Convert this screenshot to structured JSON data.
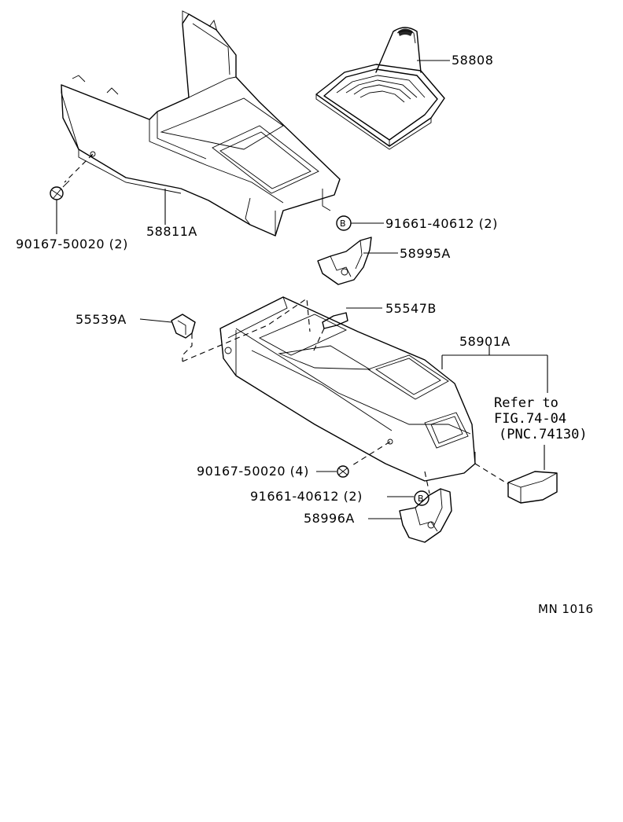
{
  "labels": {
    "knob_boot": "58808",
    "upper_console": "58811A",
    "screw_upper": "90167-50020 (2)",
    "clip_b_upper": "91661-40612 (2)",
    "bracket_upper": "58995A",
    "clip_left": "55539A",
    "clip_mid": "55547B",
    "lower_console": "58901A",
    "screw_lower": "90167-50020 (4)",
    "clip_b_lower": "91661-40612 (2)",
    "bracket_lower": "58996A",
    "clip_marker": "B",
    "diagram_id": "MN 1016"
  },
  "reference": {
    "line1": "Refer to",
    "line2": "FIG.74-04",
    "line3": "(PNC.74130)"
  }
}
